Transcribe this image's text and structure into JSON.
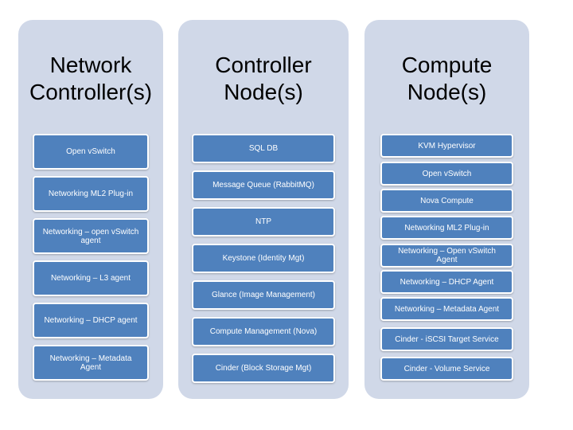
{
  "columns": [
    {
      "title": "Network\nController(s)",
      "items": [
        "Open vSwitch",
        "Networking ML2 Plug-in",
        "Networking – open vSwitch agent",
        "Networking – L3 agent",
        "Networking – DHCP agent",
        "Networking – Metadata Agent"
      ]
    },
    {
      "title": "Controller\nNode(s)",
      "items": [
        "SQL DB",
        "Message Queue (RabbitMQ)",
        "NTP",
        "Keystone (Identity Mgt)",
        "Glance (Image Management)",
        "Compute Management (Nova)",
        "Cinder (Block Storage Mgt)"
      ]
    },
    {
      "title": "Compute\nNode(s)",
      "items": [
        "KVM Hypervisor",
        "Open vSwitch",
        "Nova Compute",
        "Networking ML2 Plug-in",
        "Networking – Open vSwitch Agent",
        "Networking – DHCP Agent",
        "Networking – Metadata Agent",
        "Cinder - iSCSI Target Service",
        "Cinder - Volume Service"
      ]
    }
  ],
  "colors": {
    "column_bg": "#d0d8e8",
    "box_fill": "#4f81bd",
    "box_border": "#ffffff",
    "box_text": "#ffffff"
  }
}
